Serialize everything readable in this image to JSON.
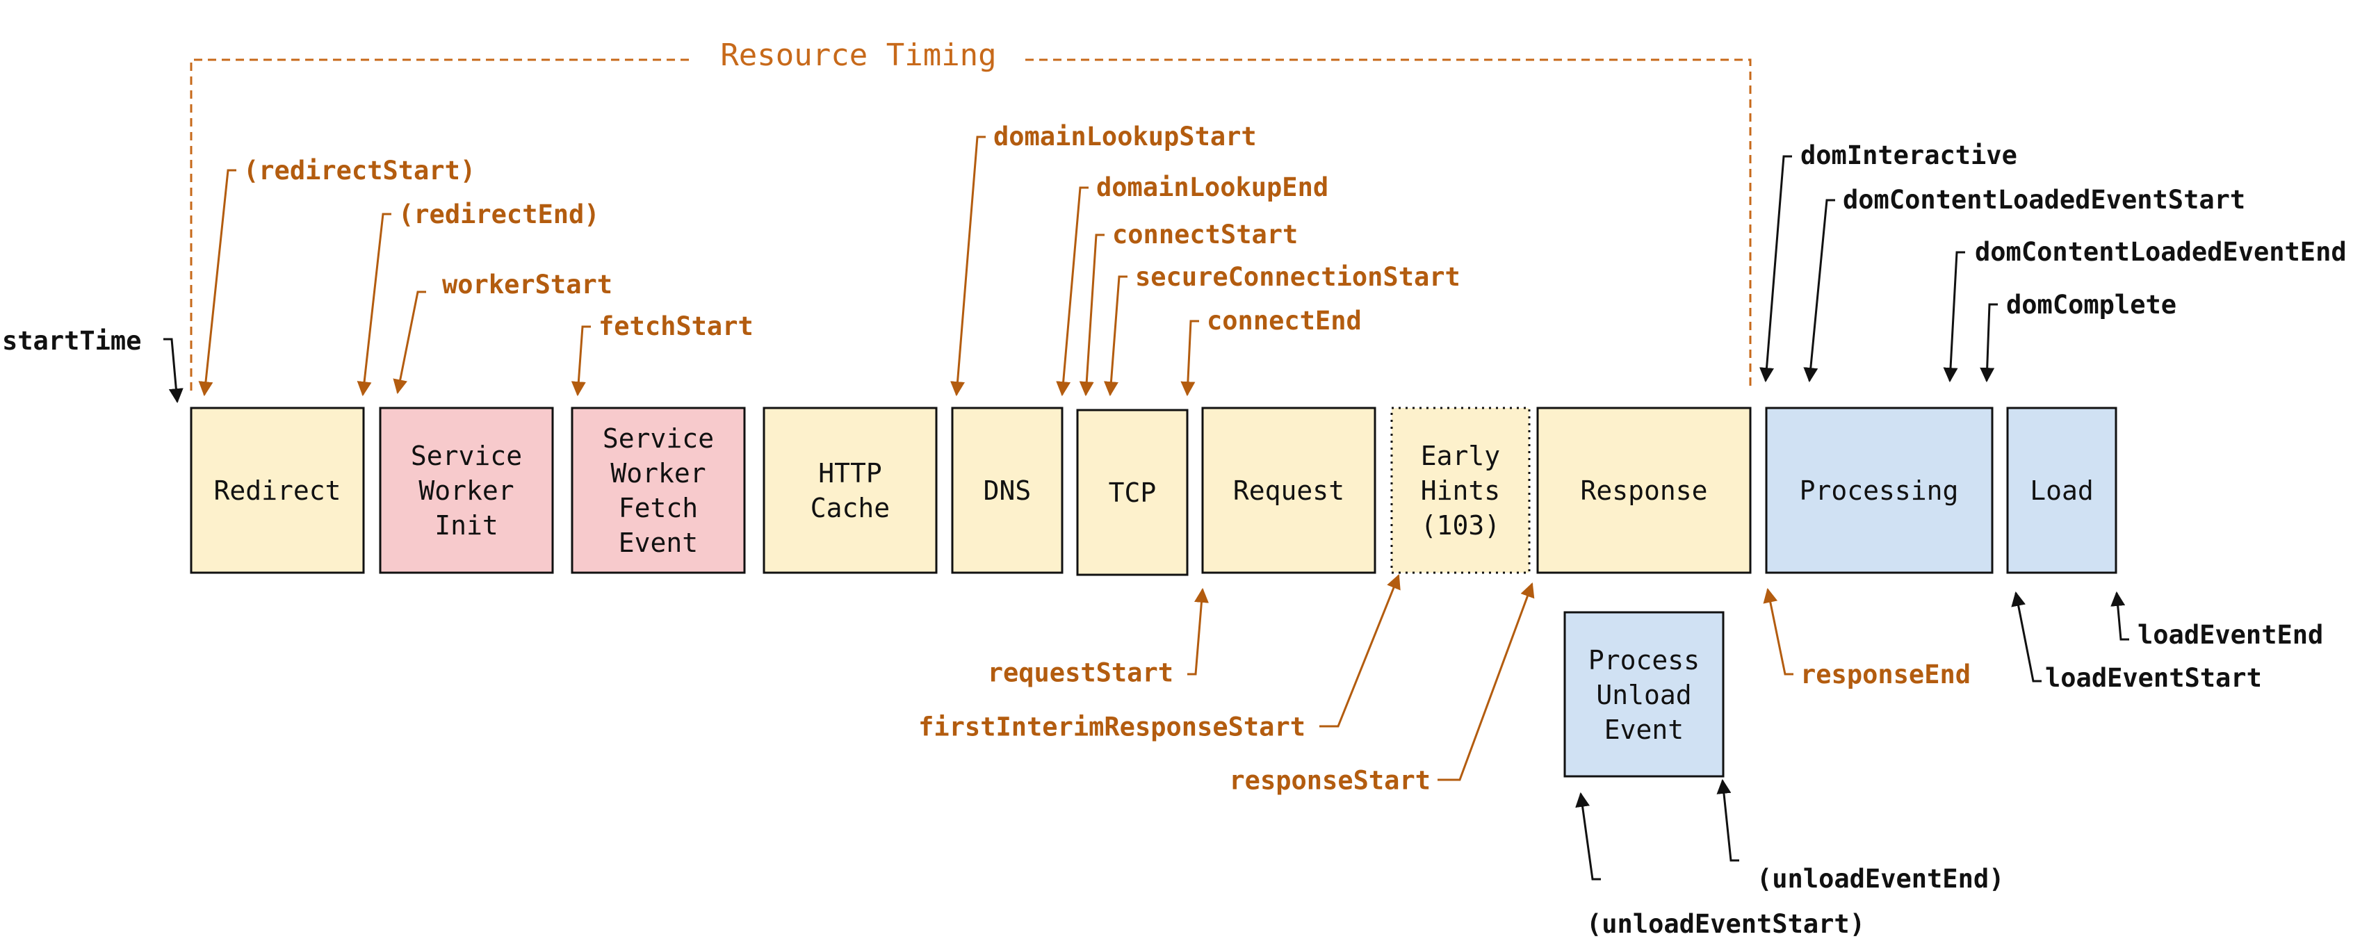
{
  "title": "Resource Timing",
  "colors": {
    "accent": "#b35c0f",
    "yellow_box": "#fdf1cc",
    "pink_box": "#f7cacc",
    "blue_box": "#d0e1f3",
    "text_black": "#111111"
  },
  "boxes": {
    "redirect": [
      "Redirect"
    ],
    "sw_init": [
      "Service",
      "Worker",
      "Init"
    ],
    "sw_fetch": [
      "Service",
      "Worker",
      "Fetch",
      "Event"
    ],
    "http_cache": [
      "HTTP",
      "Cache"
    ],
    "dns": [
      "DNS"
    ],
    "tcp": [
      "TCP"
    ],
    "request": [
      "Request"
    ],
    "early_hints": [
      "Early",
      "Hints",
      "(103)"
    ],
    "response": [
      "Response"
    ],
    "processing": [
      "Processing"
    ],
    "load": [
      "Load"
    ],
    "unload": [
      "Process",
      "Unload",
      "Event"
    ]
  },
  "labels": {
    "startTime": "startTime",
    "redirectStart": "(redirectStart)",
    "redirectEnd": "(redirectEnd)",
    "workerStart": "workerStart",
    "fetchStart": "fetchStart",
    "domainLookupStart": "domainLookupStart",
    "domainLookupEnd": "domainLookupEnd",
    "connectStart": "connectStart",
    "secureConnectionStart": "secureConnectionStart",
    "connectEnd": "connectEnd",
    "domInteractive": "domInteractive",
    "domContentLoadedEventStart": "domContentLoadedEventStart",
    "domContentLoadedEventEnd": "domContentLoadedEventEnd",
    "domComplete": "domComplete",
    "requestStart": "requestStart",
    "firstInterimResponseStart": "firstInterimResponseStart",
    "responseStart": "responseStart",
    "responseEnd": "responseEnd",
    "loadEventStart": "loadEventStart",
    "loadEventEnd": "loadEventEnd",
    "unloadEventEnd": "(unloadEventEnd)",
    "unloadEventStart": "(unloadEventStart)"
  }
}
